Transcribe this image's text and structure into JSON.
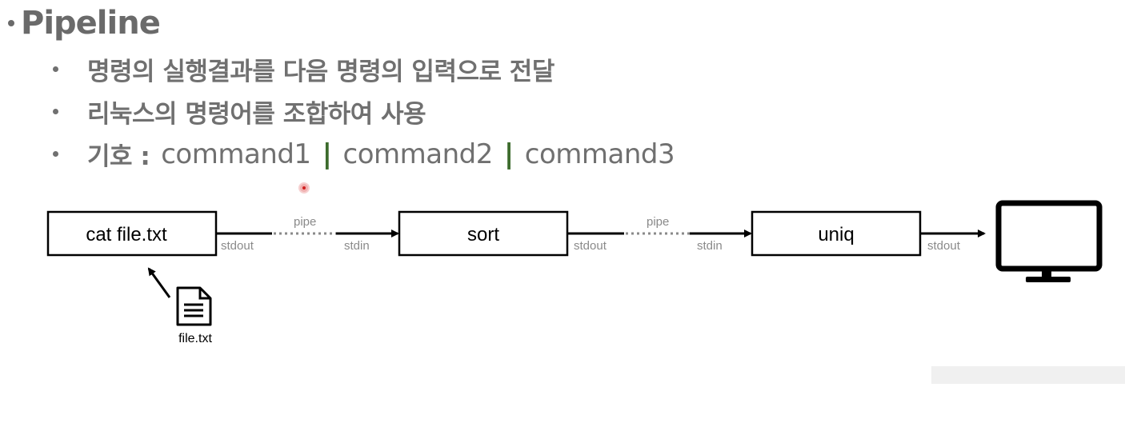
{
  "title": "Pipeline",
  "bullets": {
    "line1": "명령의 실행결과를 다음 명령의 입력으로 전달",
    "line2": "리눅스의 명령어를 조합하여 사용",
    "symbol_label": "기호 :",
    "cmd1": "command1",
    "cmd2": "command2",
    "cmd3": "command3",
    "pipe_char": "|"
  },
  "diagram": {
    "box1": "cat file.txt",
    "box2": "sort",
    "box3": "uniq",
    "stdout_label": "stdout",
    "stdin_label": "stdin",
    "pipe_label": "pipe",
    "file_label": "file.txt",
    "file_icon": "document-icon",
    "screen_icon": "monitor-icon"
  }
}
